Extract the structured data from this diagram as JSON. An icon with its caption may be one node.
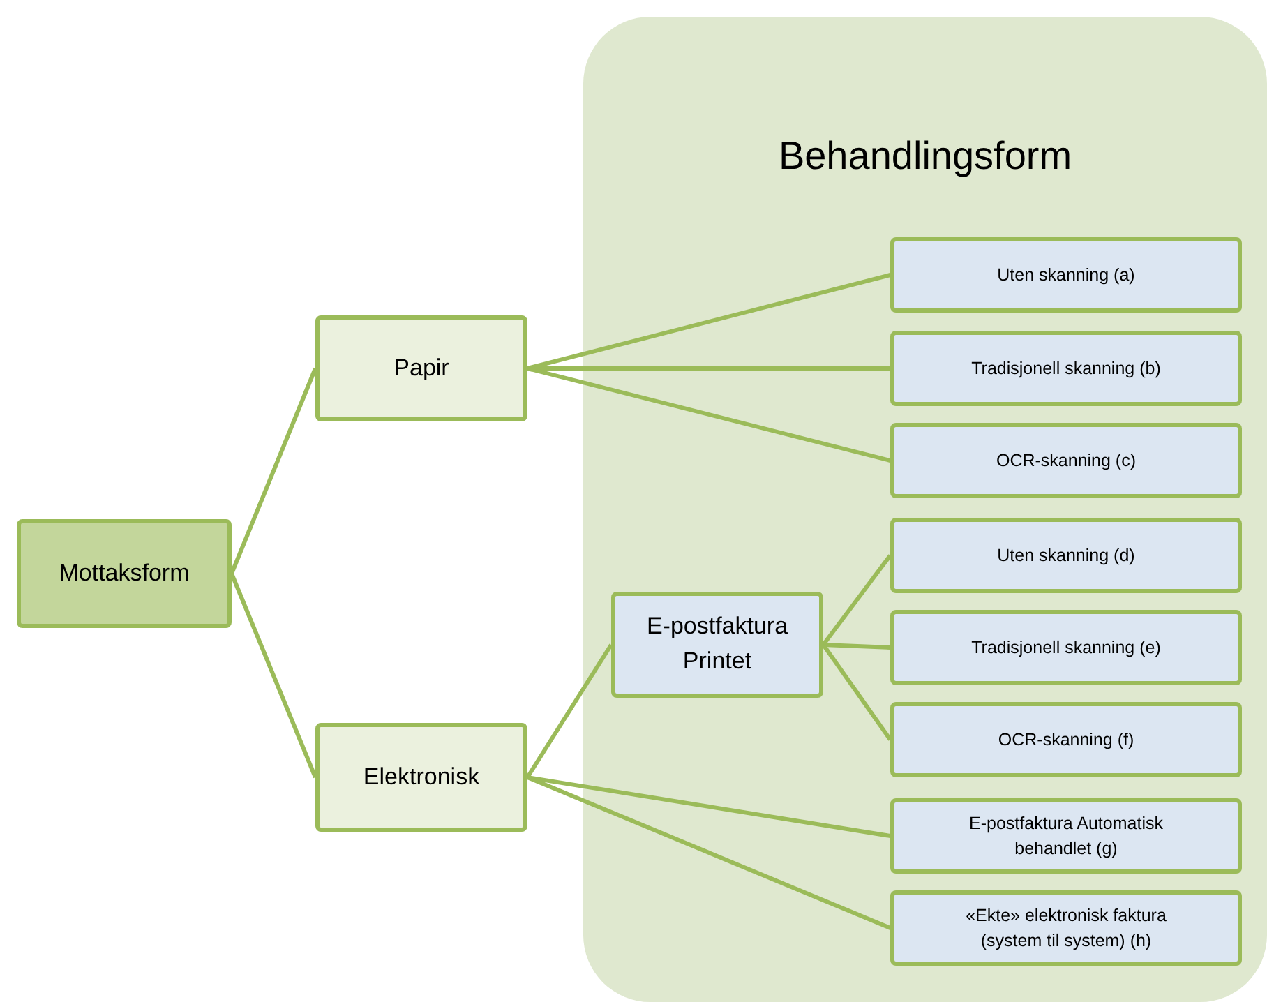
{
  "diagram": {
    "nodes": [
      {
        "text": [
          "Behandlingsform"
        ]
      },
      {
        "text": [
          "Mottaksform"
        ]
      },
      {
        "text": [
          "Papir"
        ]
      },
      {
        "text": [
          "Elektronisk"
        ]
      },
      {
        "text": [
          "E-postfaktura Printet"
        ],
        "in": 0
      },
      {
        "text": [
          "Uten skanning (a)"
        ],
        "in": 0
      },
      {
        "text": [
          "Tradisjonell skanning (b)"
        ],
        "in": 0
      },
      {
        "text": [
          "OCR-skanning (c)"
        ],
        "in": 0
      },
      {
        "text": [
          "Uten skanning (d)"
        ],
        "in": 0
      },
      {
        "text": [
          "Tradisjonell skanning (e)"
        ],
        "in": 0
      },
      {
        "text": [
          "OCR-skanning (f)"
        ],
        "in": 0
      },
      {
        "text": [
          "E-postfaktura Automatisk behandlet (g)"
        ],
        "in": 0
      },
      {
        "text": [
          "«Ekte» elektronisk faktura (system til system) (h)"
        ],
        "in": 0
      }
    ],
    "edges": [
      {
        "from": 1,
        "to": 2,
        "arrow": "none"
      },
      {
        "from": 1,
        "to": 3,
        "arrow": "none"
      },
      {
        "from": 2,
        "to": 5,
        "arrow": "none"
      },
      {
        "from": 2,
        "to": 6,
        "arrow": "none"
      },
      {
        "from": 2,
        "to": 7,
        "arrow": "none"
      },
      {
        "from": 3,
        "to": 4,
        "arrow": "none"
      },
      {
        "from": 4,
        "to": 8,
        "arrow": "none"
      },
      {
        "from": 4,
        "to": 9,
        "arrow": "none"
      },
      {
        "from": 4,
        "to": 10,
        "arrow": "none"
      },
      {
        "from": 3,
        "to": 11,
        "arrow": "none"
      },
      {
        "from": 3,
        "to": 12,
        "arrow": "none"
      }
    ]
  }
}
